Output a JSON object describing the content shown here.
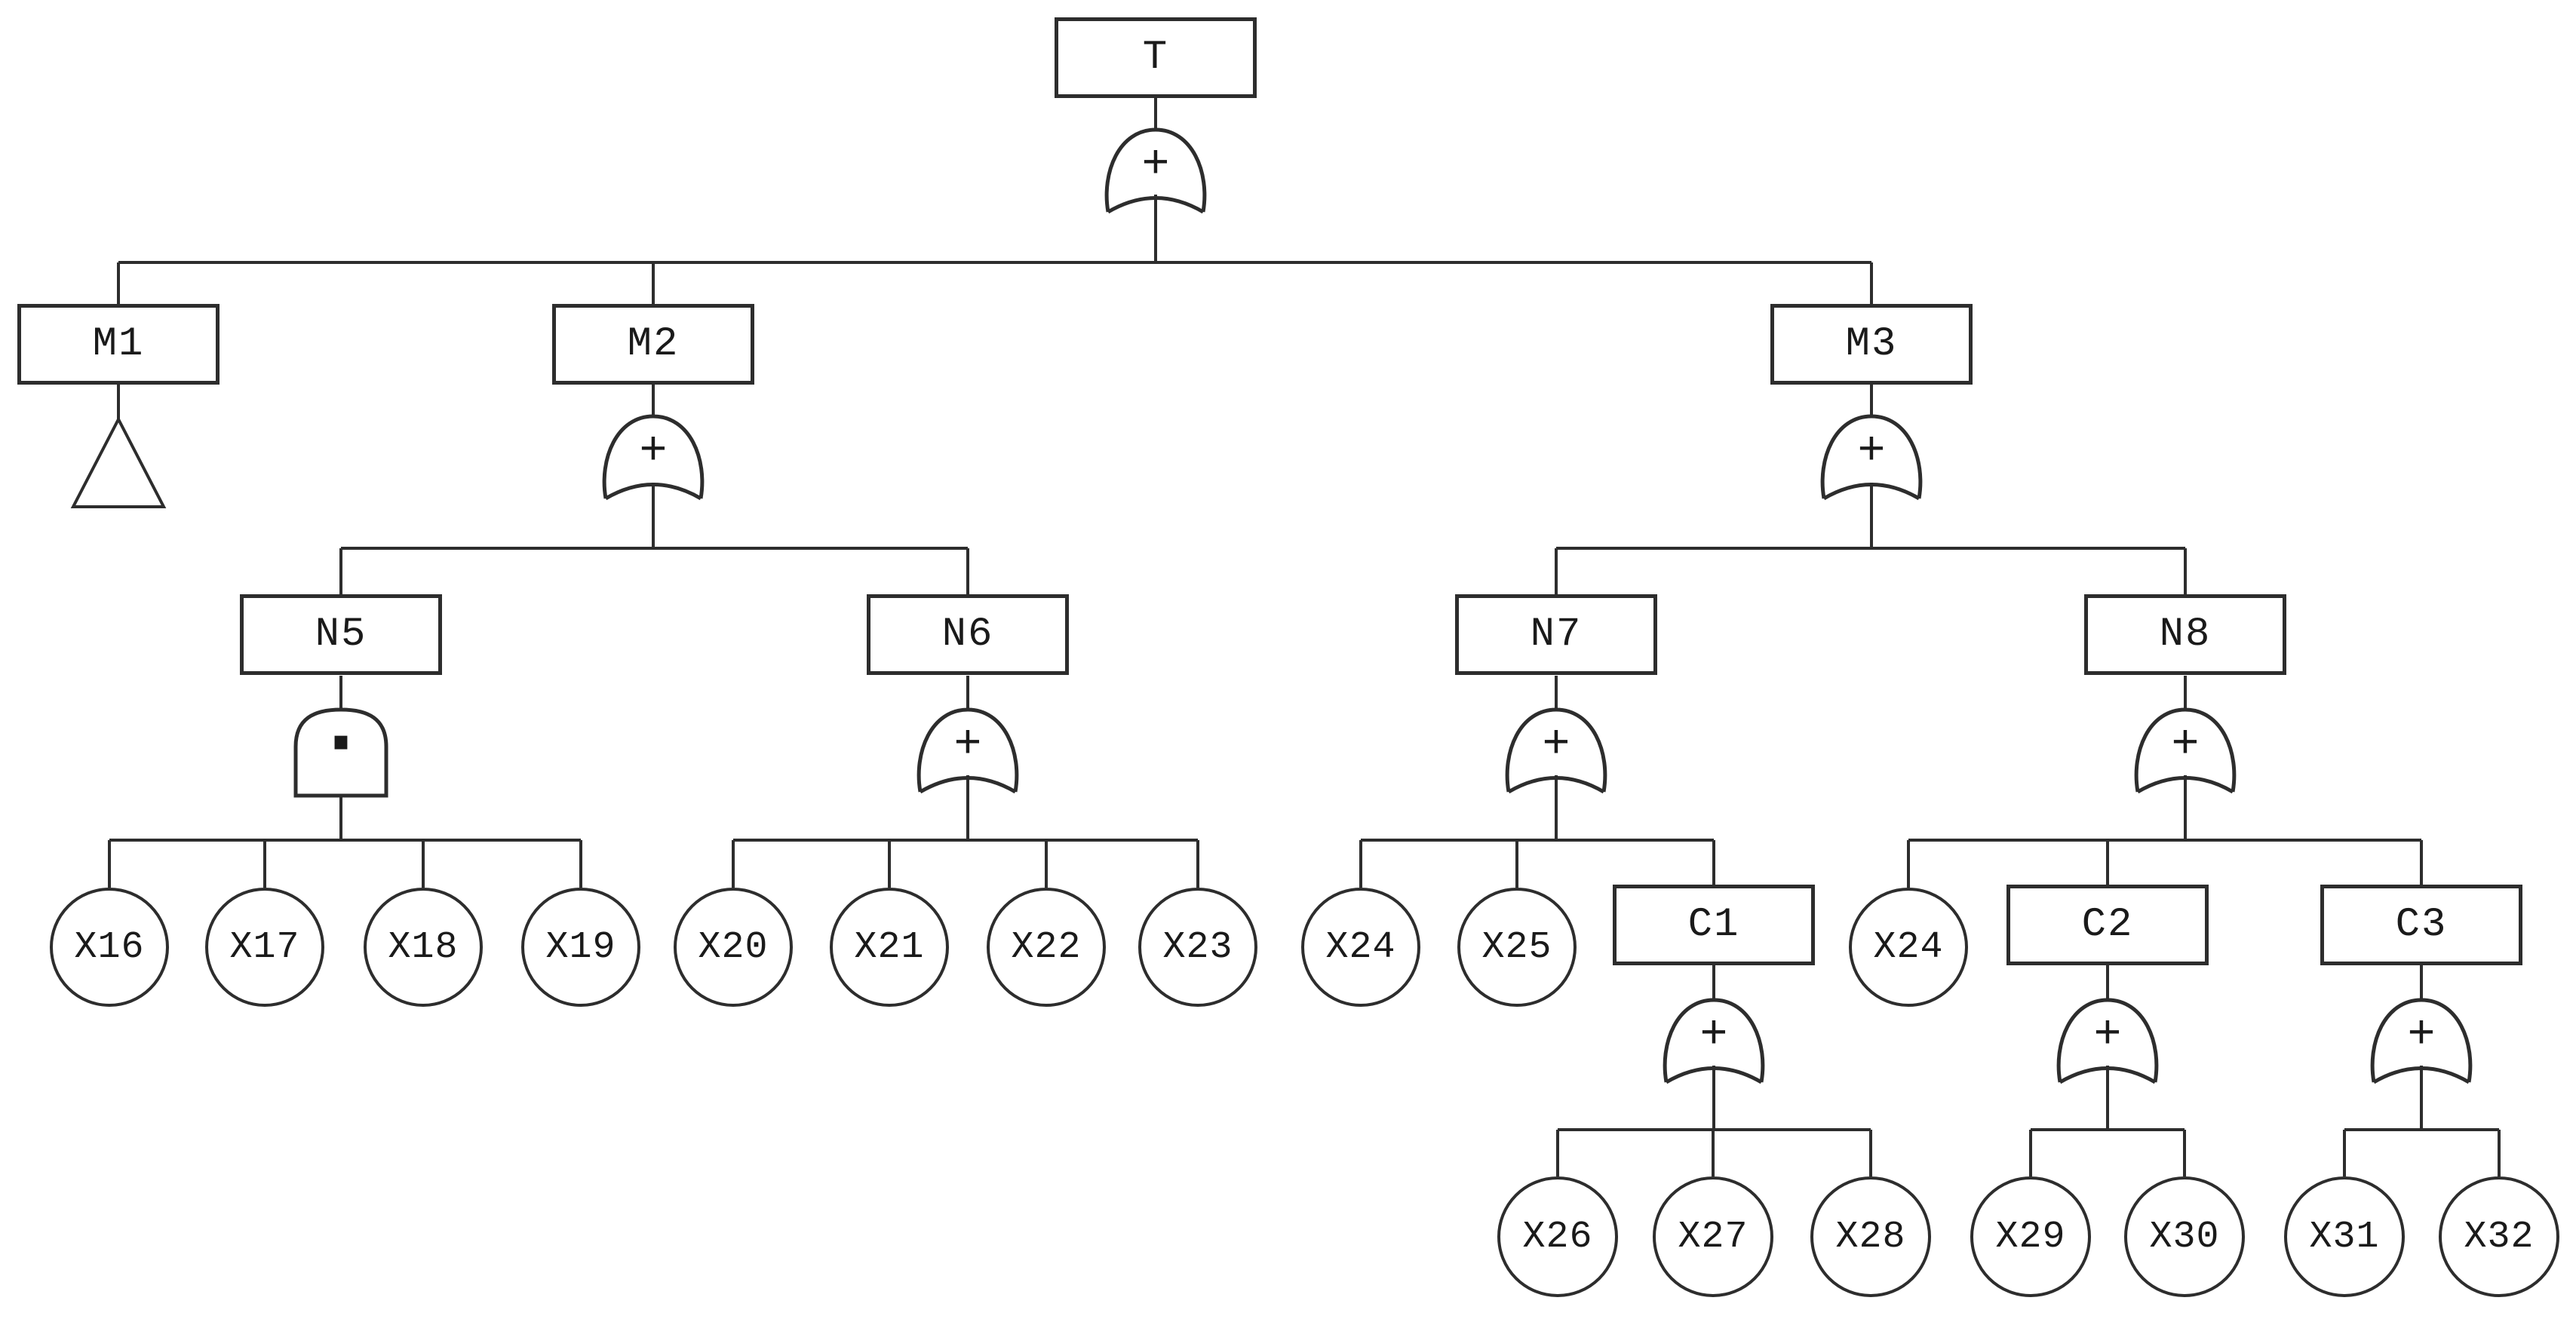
{
  "diagram": {
    "kind": "fault-tree",
    "top_event": "T"
  },
  "symbols": {
    "or": "+",
    "and": "·"
  },
  "labels": {
    "T": "T",
    "M1": "M1",
    "M2": "M2",
    "M3": "M3",
    "N5": "N5",
    "N6": "N6",
    "N7": "N7",
    "N8": "N8",
    "C1": "C1",
    "C2": "C2",
    "C3": "C3",
    "X16": "X16",
    "X17": "X17",
    "X18": "X18",
    "X19": "X19",
    "X20": "X20",
    "X21": "X21",
    "X22": "X22",
    "X23": "X23",
    "X24": "X24",
    "X25": "X25",
    "X24b": "X24",
    "X26": "X26",
    "X27": "X27",
    "X28": "X28",
    "X29": "X29",
    "X30": "X30",
    "X31": "X31",
    "X32": "X32"
  },
  "tree": {
    "id": "T",
    "gate": "OR",
    "children": [
      {
        "id": "M1",
        "transfer": true
      },
      {
        "id": "M2",
        "gate": "OR",
        "children": [
          {
            "id": "N5",
            "gate": "AND",
            "children": [
              "X16",
              "X17",
              "X18",
              "X19"
            ]
          },
          {
            "id": "N6",
            "gate": "OR",
            "children": [
              "X20",
              "X21",
              "X22",
              "X23"
            ]
          }
        ]
      },
      {
        "id": "M3",
        "gate": "OR",
        "children": [
          {
            "id": "N7",
            "gate": "OR",
            "children": [
              "X24",
              "X25",
              {
                "id": "C1",
                "gate": "OR",
                "children": [
                  "X26",
                  "X27",
                  "X28"
                ]
              }
            ]
          },
          {
            "id": "N8",
            "gate": "OR",
            "children": [
              "X24",
              {
                "id": "C2",
                "gate": "OR",
                "children": [
                  "X29",
                  "X30"
                ]
              },
              {
                "id": "C3",
                "gate": "OR",
                "children": [
                  "X31",
                  "X32"
                ]
              }
            ]
          }
        ]
      }
    ]
  }
}
